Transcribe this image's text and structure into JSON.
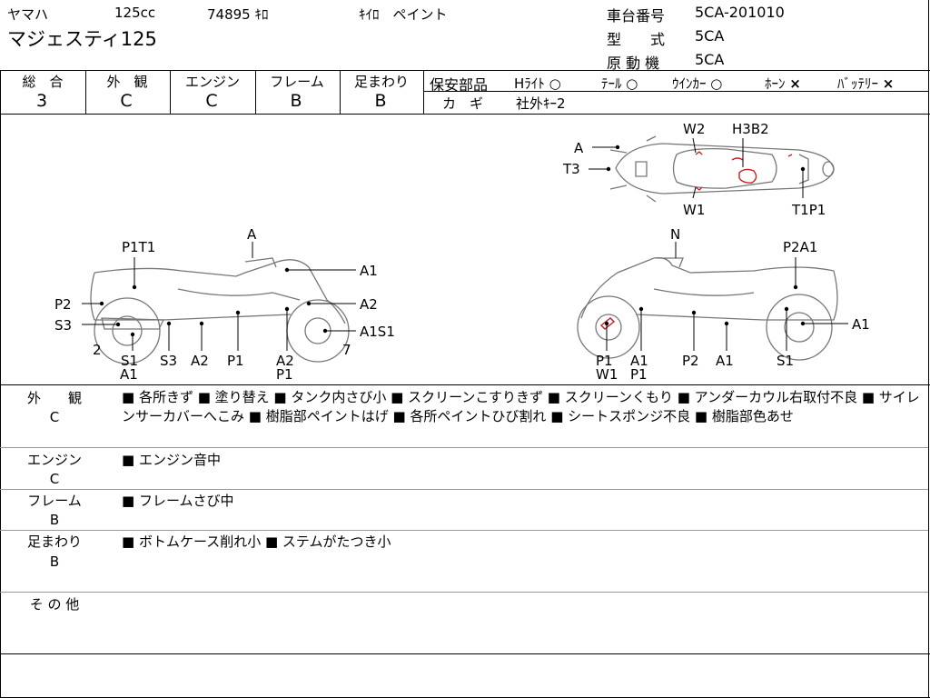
{
  "header": {
    "maker": "ヤマハ",
    "cc": "125cc",
    "mileage": "74895 ｷﾛ",
    "remarks": "ｷｲﾛ　ペイント",
    "model_name": "マジェスティ125",
    "frame_no_label": "車台番号",
    "frame_no": "5CA-201010",
    "type_label": "型　　式",
    "type_value": "5CA",
    "engine_label": "原 動 機",
    "engine_value": "5CA"
  },
  "grades": {
    "headers": [
      "総　合",
      "外　観",
      "エンジン",
      "フレーム",
      "足まわり"
    ],
    "values": [
      "3",
      "C",
      "C",
      "B",
      "B"
    ]
  },
  "safety": {
    "label": "保安部品",
    "items": [
      {
        "name": "Hﾗｲﾄ",
        "status": "○"
      },
      {
        "name": "ﾃｰﾙ",
        "status": "○"
      },
      {
        "name": "ｳｲﾝｶｰ",
        "status": "○"
      },
      {
        "name": "ﾎｰﾝ",
        "status": "×"
      },
      {
        "name": "ﾊﾞｯﾃﾘｰ",
        "status": "×"
      }
    ],
    "key_label": "カ　ギ",
    "key_value": "社外ｷｰ2"
  },
  "diagram": {
    "top_labels": [
      "W2",
      "H3B2",
      "A",
      "T3",
      "W1",
      "T1P1"
    ],
    "left_labels": [
      "A",
      "P1T1",
      "A1",
      "P2",
      "A2",
      "S3",
      "A1S1",
      "2",
      "7",
      "S1",
      "A1",
      "S3",
      "A2",
      "P1",
      "A2",
      "P1"
    ],
    "right_labels": [
      "N",
      "P2A1",
      "A1",
      "P1",
      "W1",
      "A1",
      "P1",
      "P2",
      "A1",
      "S1"
    ]
  },
  "details": [
    {
      "title": "外　　観",
      "grade": "C",
      "text": "■ 各所きず ■ 塗り替え ■ タンク内さび小 ■ スクリーンこすりきず ■ スクリーンくもり ■ アンダーカウル右取付不良 ■ サイレンサーカバーへこみ ■ 樹脂部ペイントはげ ■ 各所ペイントひび割れ ■ シートスポンジ不良 ■ 樹脂部色あせ"
    },
    {
      "title": "エンジン",
      "grade": "C",
      "text": "■ エンジン音中"
    },
    {
      "title": "フレーム",
      "grade": "B",
      "text": "■ フレームさび中"
    },
    {
      "title": "足まわり",
      "grade": "B",
      "text": "■ ボトムケース削れ小 ■ ステムがたつき小"
    },
    {
      "title": "そ の 他",
      "grade": "",
      "text": ""
    }
  ],
  "colors": {
    "line": "#000000",
    "sketch": "#777777",
    "mark_red": "#cc1f1f"
  }
}
